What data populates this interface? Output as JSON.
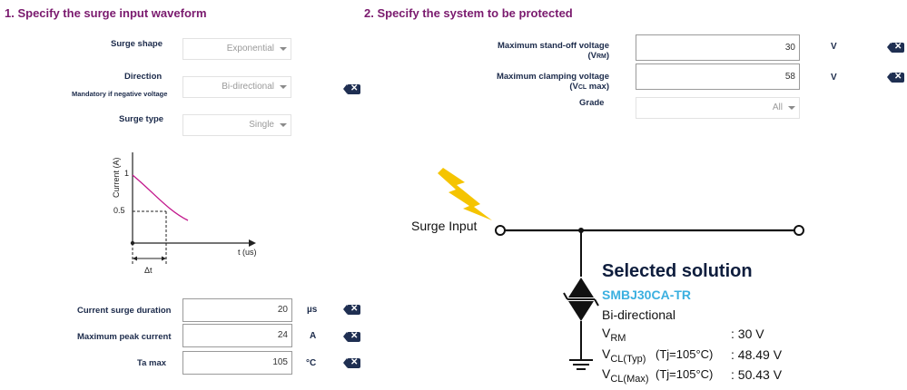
{
  "section1": {
    "title": "1. Specify the surge input waveform"
  },
  "section2": {
    "title": "2. Specify the system to be protected"
  },
  "surge_shape": {
    "label": "Surge shape",
    "value": "Exponential"
  },
  "direction": {
    "label": "Direction",
    "sublabel": "Mandatory if negative voltage",
    "value": "Bi-directional"
  },
  "surge_type": {
    "label": "Surge type",
    "value": "Single"
  },
  "waveform": {
    "ylabel": "Current (A)",
    "y_tick_1": "1",
    "y_tick_half": "0.5",
    "xlabel": "t (us)",
    "delta_label": "Δt"
  },
  "duration": {
    "label": "Current surge duration",
    "value": "20",
    "unit": "µs"
  },
  "peak_current": {
    "label": "Maximum peak current",
    "value": "24",
    "unit": "A"
  },
  "ta_max": {
    "label": "Ta max",
    "value": "105",
    "unit": "°C"
  },
  "standoff": {
    "label_line1": "Maximum stand-off voltage",
    "label_pre": "(V",
    "label_sub": "RM",
    "label_post": ")",
    "value": "30",
    "unit": "V"
  },
  "clamping": {
    "label_line1": "Maximum clamping voltage",
    "label_pre": "(V",
    "label_sub": "CL",
    "label_post": " max)",
    "value": "58",
    "unit": "V"
  },
  "grade": {
    "label": "Grade",
    "value": "All"
  },
  "circuit": {
    "surge_input_label": "Surge Input"
  },
  "solution": {
    "title": "Selected solution",
    "part": "SMBJ30CA-TR",
    "direction": "Bi-directional",
    "vrm_sym": "V",
    "vrm_sub": "RM",
    "vrm_value": ": 30 V",
    "vcl_typ_sym": "V",
    "vcl_typ_sub": "CL(Typ)",
    "vcl_typ_cond": "(Tj=105°C)",
    "vcl_typ_value": ": 48.49 V",
    "vcl_max_sym": "V",
    "vcl_max_sub": "CL(Max)",
    "vcl_max_cond": "(Tj=105°C)",
    "vcl_max_value": ": 50.43 V"
  },
  "colors": {
    "title_purple": "#7a1a6e",
    "part_blue": "#3bb0e0",
    "navy": "#1f2f52",
    "curve": "#c2168c",
    "bolt": "#f5c400"
  },
  "icons": {
    "clear": "backspace-clear-icon",
    "caret": "chevron-down-icon",
    "bolt": "lightning-bolt-icon"
  }
}
